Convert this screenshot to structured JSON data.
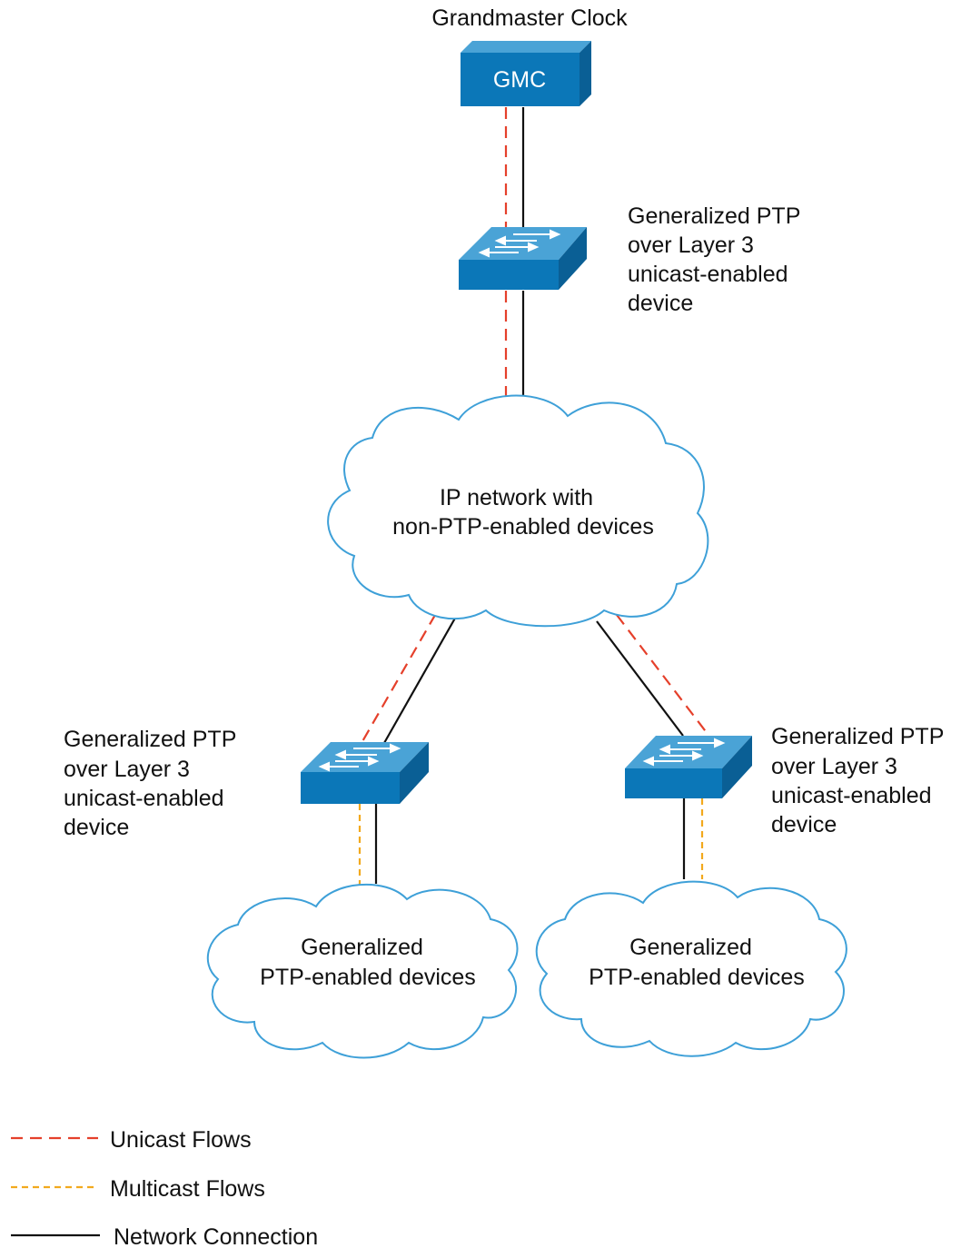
{
  "title": "Grandmaster Clock",
  "gmc": {
    "label": "GMC"
  },
  "cloud_ip": {
    "lines": [
      "IP network with",
      "non-PTP-enabled devices"
    ]
  },
  "cloud_left": {
    "lines": [
      "Generalized",
      "PTP-enabled devices"
    ]
  },
  "cloud_right": {
    "lines": [
      "Generalized",
      "PTP-enabled devices"
    ]
  },
  "switch_top": {
    "lines": [
      "Generalized PTP",
      "over Layer 3",
      "unicast-enabled",
      "device"
    ]
  },
  "switch_left": {
    "lines": [
      "Generalized PTP",
      "over Layer 3",
      "unicast-enabled",
      "device"
    ]
  },
  "switch_right": {
    "lines": [
      "Generalized PTP",
      "over Layer 3",
      "unicast-enabled",
      "device"
    ]
  },
  "legend": {
    "unicast": "Unicast Flows",
    "multicast": "Multicast Flows",
    "network": "Network Connection"
  },
  "colors": {
    "device_blue": "#0b77b8",
    "device_top": "#4aa3d6",
    "device_side": "#0a5f95",
    "cloud_outline": "#3ea0d8",
    "unicast": "#e5402b",
    "multicast": "#f2a91d",
    "network": "#111111"
  }
}
